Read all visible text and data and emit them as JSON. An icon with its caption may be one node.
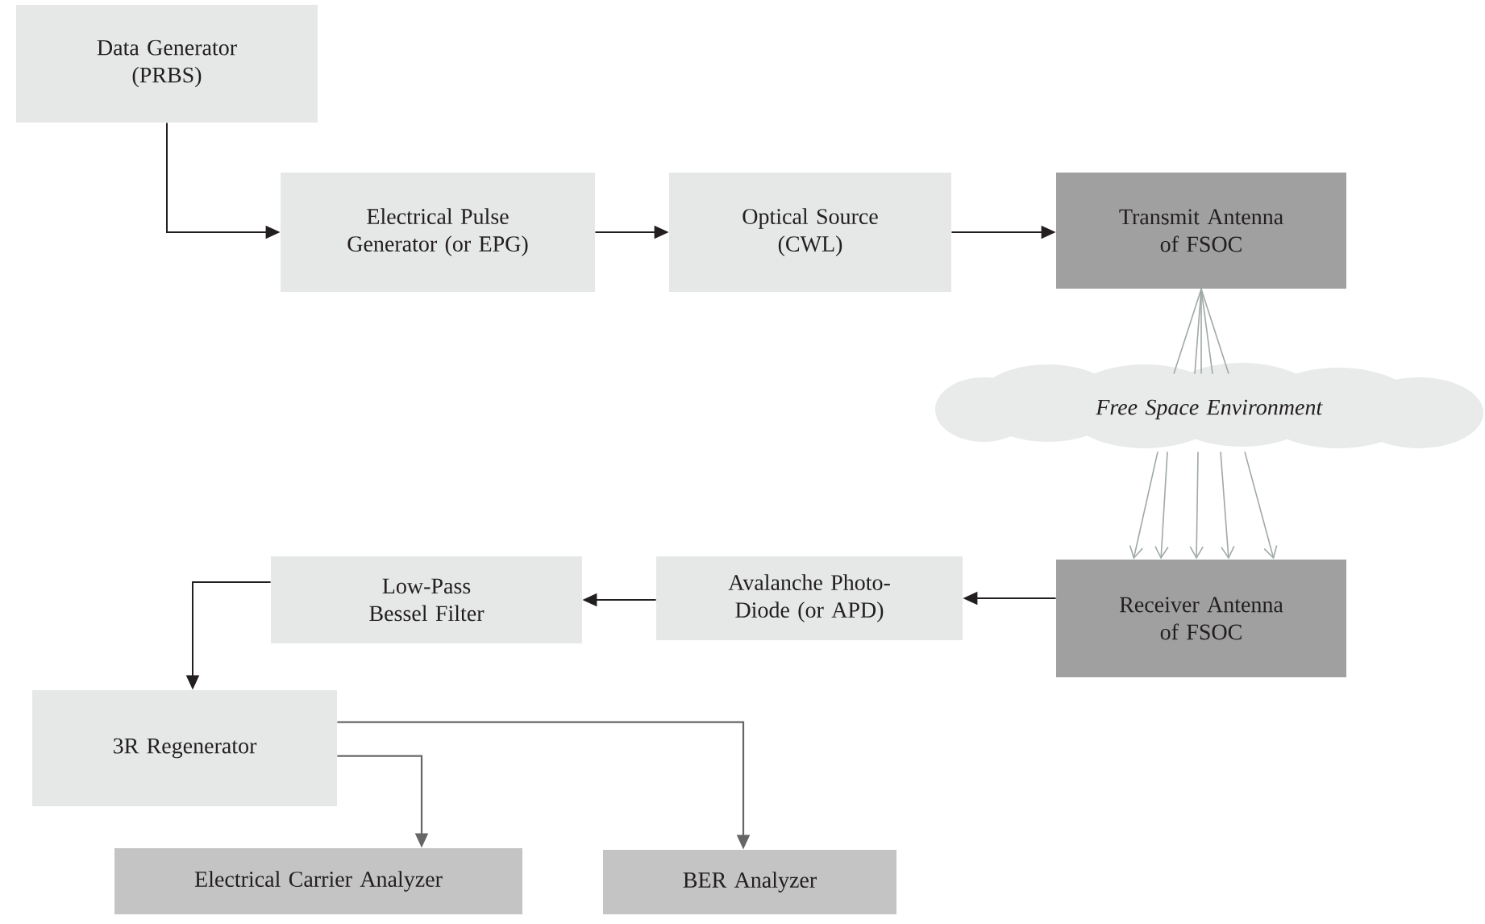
{
  "diagram": {
    "nodes": [
      {
        "text": [
          "Data Generator (PRBS)"
        ]
      },
      {
        "text": [
          "Electrical Pulse Generator (or EPG)"
        ]
      },
      {
        "text": [
          "Optical Source (CWL)"
        ]
      },
      {
        "text": [
          "Transmit Antenna of FSOC"
        ]
      },
      {
        "text": [
          "*Free Space Environment*"
        ]
      },
      {
        "text": [
          "Receiver Antenna of FSOC"
        ]
      },
      {
        "text": [
          "Avalanche Photo-Diode (or APD)"
        ]
      },
      {
        "text": [
          "Low-Pass Bessel Filter"
        ]
      },
      {
        "text": [
          "3R Regenerator"
        ]
      },
      {
        "text": [
          "Electrical Carrier Analyzer"
        ]
      },
      {
        "text": [
          "BER Analyzer"
        ]
      }
    ],
    "edges": [
      {
        "from": 0,
        "to": 1,
        "arrow": "to"
      },
      {
        "from": 1,
        "to": 2,
        "arrow": "to"
      },
      {
        "from": 2,
        "to": 3,
        "arrow": "to"
      },
      {
        "from": 3,
        "to": 4,
        "arrow": "none",
        "color": "#a0a8a8"
      },
      {
        "from": 4,
        "to": 5,
        "arrow": "to",
        "color": "#a0a8a8"
      },
      {
        "from": 4,
        "to": 5,
        "arrow": "to",
        "color": "#a0a8a8"
      },
      {
        "from": 4,
        "to": 5,
        "arrow": "to",
        "color": "#a0a8a8"
      },
      {
        "from": 4,
        "to": 5,
        "arrow": "to",
        "color": "#a0a8a8"
      },
      {
        "from": 4,
        "to": 5,
        "arrow": "to",
        "color": "#a0a8a8"
      },
      {
        "from": 5,
        "to": 6,
        "arrow": "to"
      },
      {
        "from": 6,
        "to": 7,
        "arrow": "to"
      },
      {
        "from": 7,
        "to": 8,
        "arrow": "to"
      },
      {
        "from": 8,
        "to": 9,
        "arrow": "to",
        "color": "#666666"
      },
      {
        "from": 8,
        "to": 10,
        "arrow": "to",
        "color": "#666666"
      }
    ]
  }
}
